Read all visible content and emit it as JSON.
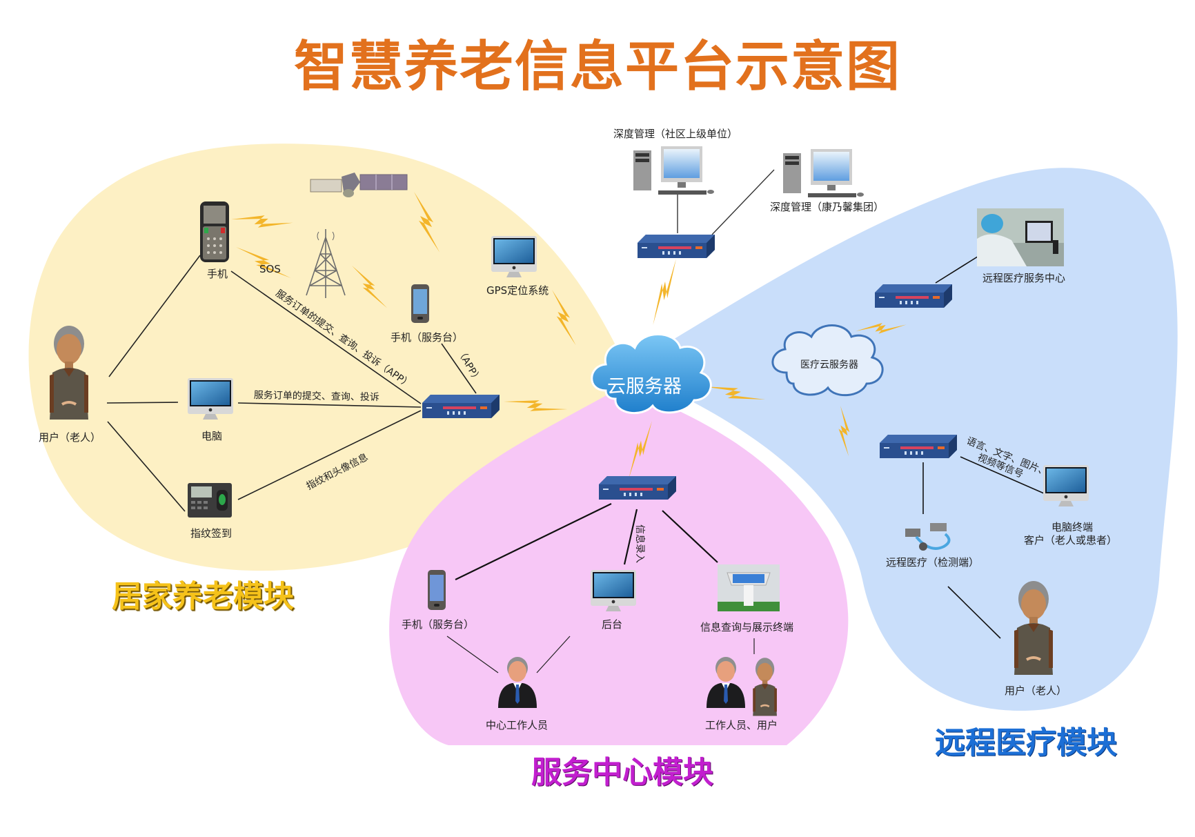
{
  "title": "智慧养老信息平台示意图",
  "colors": {
    "title": "#e2711d",
    "home_region": "#fdf0c4",
    "service_region": "#f7c7f6",
    "medical_region": "#c9defa",
    "lightning": "#f3b52a",
    "cloud": "#3d9be0",
    "router": "#2a4f8f"
  },
  "modules": {
    "home": "居家养老模块",
    "service": "服务中心模块",
    "medical": "远程医疗模块"
  },
  "center": {
    "cloud_server": "云服务器"
  },
  "top": {
    "mgmt_community": "深度管理（社区上级单位）",
    "mgmt_group": "深度管理（康乃馨集团）"
  },
  "home": {
    "user": "用户（老人）",
    "phone": "手机",
    "sos": "SOS",
    "computer": "电脑",
    "fingerprint": "指纹签到",
    "gps": "GPS定位系统",
    "service_phone": "手机（服务台）",
    "edge_phone_router": "服务订单的提交、查询、投诉（APP）",
    "edge_computer_router": "服务订单的提交、查询、投诉",
    "edge_fingerprint_router": "指纹和头像信息",
    "edge_servicephone_router": "（APP）"
  },
  "service": {
    "phone": "手机（服务台）",
    "backend": "后台",
    "kiosk": "信息查询与展示终端",
    "staff": "中心工作人员",
    "staff_users": "工作人员、用户",
    "edge_backend": "信息录入"
  },
  "medical": {
    "cloud": "医疗云服务器",
    "center": "远程医疗服务中心",
    "detector": "远程医疗（检测端）",
    "terminal_line1": "电脑终端",
    "terminal_line2": "客户（老人或患者）",
    "user": "用户（老人）",
    "edge_signal_line1": "语言、文字、图片、",
    "edge_signal_line2": "视频等信号"
  },
  "icons": [
    "satellite-icon",
    "cell-tower-icon",
    "feature-phone-icon",
    "smartphone-icon",
    "desktop-monitor-icon",
    "desktop-pc-icon",
    "router-icon",
    "cloud-icon",
    "fingerprint-scanner-icon",
    "elderly-user-icon",
    "staff-icon",
    "stethoscope-icon",
    "kiosk-icon",
    "doctor-photo-icon",
    "lightning-icon"
  ]
}
